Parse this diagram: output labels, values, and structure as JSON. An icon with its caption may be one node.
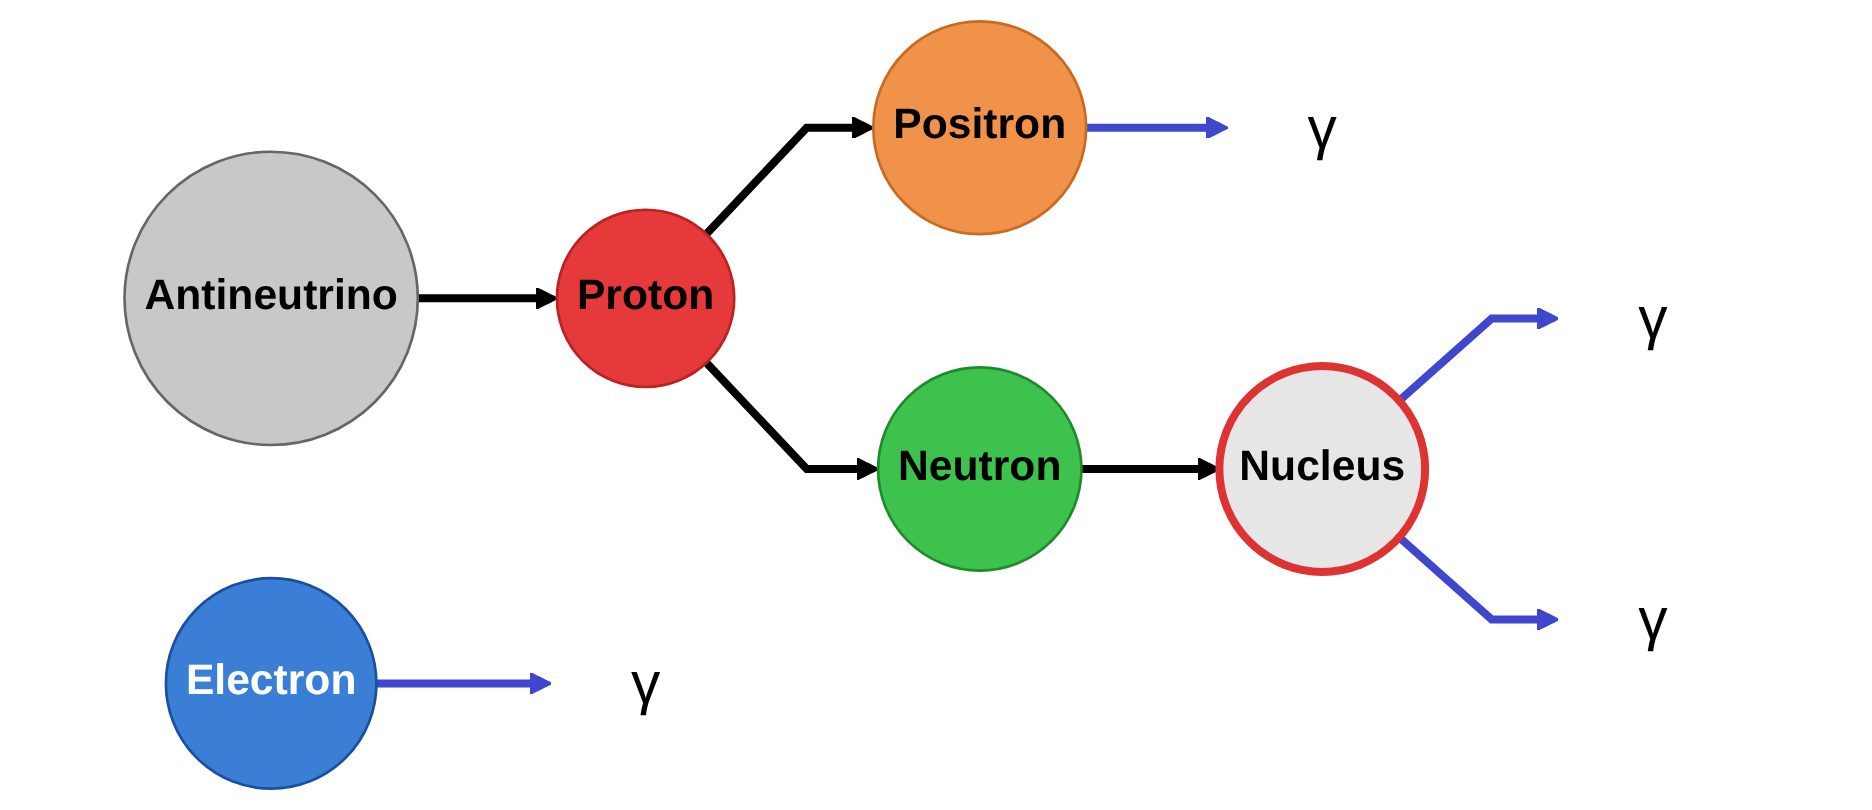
{
  "diagram": {
    "nodes": [
      {
        "text": [
          "Antineutrino"
        ]
      },
      {
        "text": [
          "Proton"
        ]
      },
      {
        "text": [
          "γ"
        ]
      },
      {
        "text": [
          "Electron"
        ]
      },
      {
        "text": [
          "Positron"
        ]
      },
      {
        "text": [
          "γ"
        ]
      },
      {
        "text": [
          "Neutron"
        ]
      },
      {
        "text": [
          "γ"
        ]
      },
      {
        "text": [
          "Nucleus"
        ]
      },
      {
        "text": [
          "γ"
        ]
      }
    ],
    "edges": [
      {
        "from": 0,
        "to": 1,
        "arrow": "to"
      },
      {
        "from": 1,
        "to": 4,
        "arrow": "to"
      },
      {
        "from": 1,
        "to": 6,
        "arrow": "to"
      },
      {
        "from": 6,
        "to": 8,
        "arrow": "to"
      },
      {
        "from": 3,
        "to": 2,
        "arrow": "to",
        "color": "#3f48cc"
      },
      {
        "from": 4,
        "to": 5,
        "arrow": "to",
        "color": "#3f48cc"
      },
      {
        "from": 8,
        "to": 7,
        "arrow": "to",
        "color": "#3f48cc"
      },
      {
        "from": 8,
        "to": 9,
        "arrow": "to",
        "color": "#3f48cc"
      }
    ]
  }
}
